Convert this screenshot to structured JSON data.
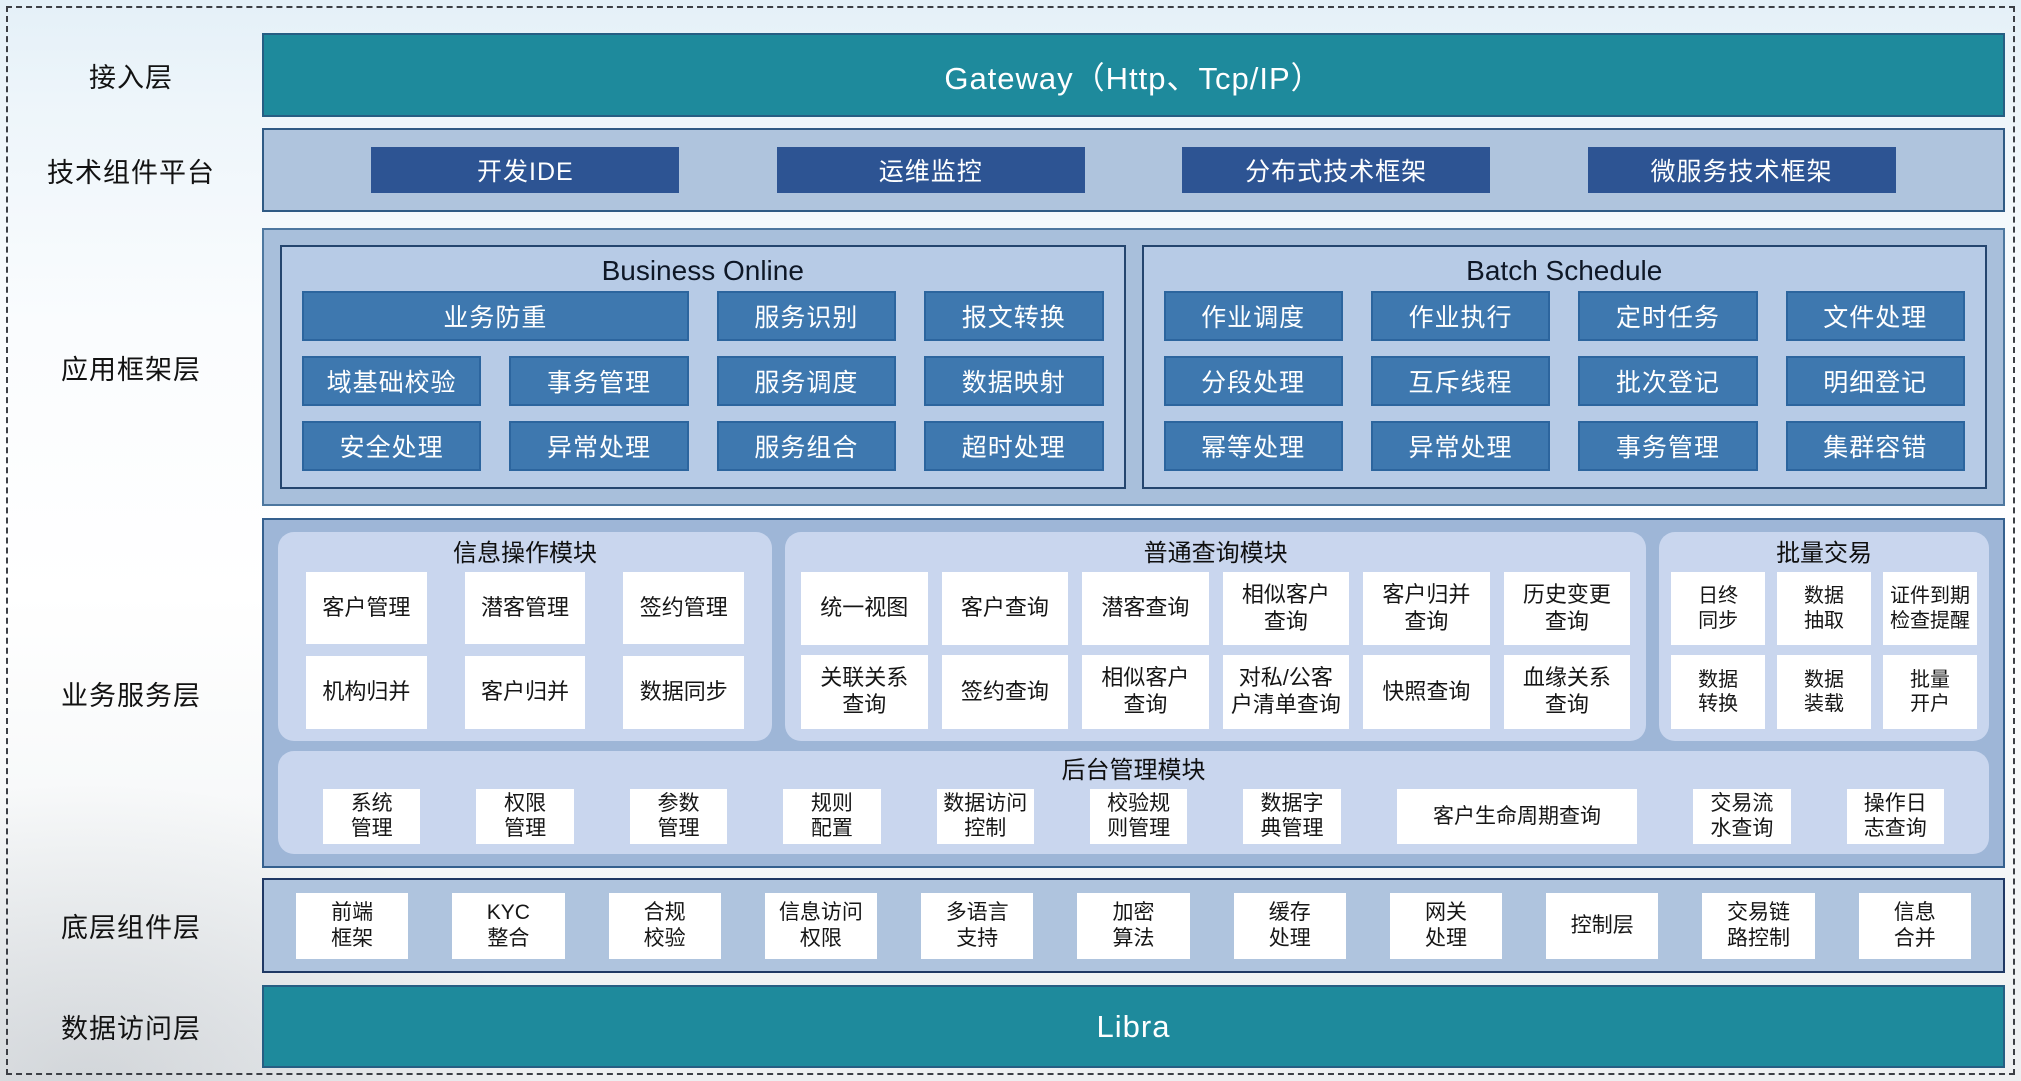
{
  "access": {
    "label": "接入层",
    "gateway": "Gateway（Http、Tcp/IP）"
  },
  "tech": {
    "label": "技术组件平台",
    "items": [
      "开发IDE",
      "运维监控",
      "分布式技术框架",
      "微服务技术框架"
    ]
  },
  "app_framework": {
    "label": "应用框架层",
    "business_online": {
      "title": "Business Online",
      "items": [
        "业务防重",
        "服务识别",
        "报文转换",
        "域基础校验",
        "事务管理",
        "服务调度",
        "数据映射",
        "安全处理",
        "异常处理",
        "服务组合",
        "超时处理"
      ]
    },
    "batch_schedule": {
      "title": "Batch Schedule",
      "items": [
        "作业调度",
        "作业执行",
        "定时任务",
        "文件处理",
        "分段处理",
        "互斥线程",
        "批次登记",
        "明细登记",
        "幂等处理",
        "异常处理",
        "事务管理",
        "集群容错"
      ]
    }
  },
  "business_service": {
    "label": "业务服务层",
    "info_module": {
      "title": "信息操作模块",
      "items": [
        "客户管理",
        "潜客管理",
        "签约管理",
        "机构归并",
        "客户归并",
        "数据同步"
      ]
    },
    "query_module": {
      "title": "普通查询模块",
      "items": [
        "统一视图",
        "客户查询",
        "潜客查询",
        "相似客户\n查询",
        "客户归并\n查询",
        "历史变更\n查询",
        "关联关系\n查询",
        "签约查询",
        "相似客户\n查询",
        "对私/公客\n户清单查询",
        "快照查询",
        "血缘关系\n查询"
      ]
    },
    "batch_trade": {
      "title": "批量交易",
      "items": [
        "日终\n同步",
        "数据\n抽取",
        "证件到期\n检查提醒",
        "数据\n转换",
        "数据\n装载",
        "批量\n开户"
      ]
    },
    "admin_module": {
      "title": "后台管理模块",
      "items": [
        "系统\n管理",
        "权限\n管理",
        "参数\n管理",
        "规则\n配置",
        "数据访问\n控制",
        "校验规\n则管理",
        "数据字\n典管理",
        "客户生命周期查询",
        "交易流\n水查询",
        "操作日\n志查询"
      ]
    }
  },
  "base_components": {
    "label": "底层组件层",
    "items": [
      "前端\n框架",
      "KYC\n整合",
      "合规\n校验",
      "信息访问\n权限",
      "多语言\n支持",
      "加密\n算法",
      "缓存\n处理",
      "网关\n处理",
      "控制层",
      "交易链\n路控制",
      "信息\n合并"
    ]
  },
  "data_access": {
    "label": "数据访问层",
    "product": "Libra"
  },
  "colors": {
    "teal": "#1E8A9C",
    "navy_button": "#2D5493",
    "mid_blue_button": "#3E78AF",
    "tech_panel_bg": "#AFC4DD",
    "appframe_outer_bg": "#A8BFDB",
    "appframe_inner_bg": "#B7CBE6",
    "service_outer_bg": "#9EB6D7",
    "module_bg": "#C9D6EE"
  }
}
